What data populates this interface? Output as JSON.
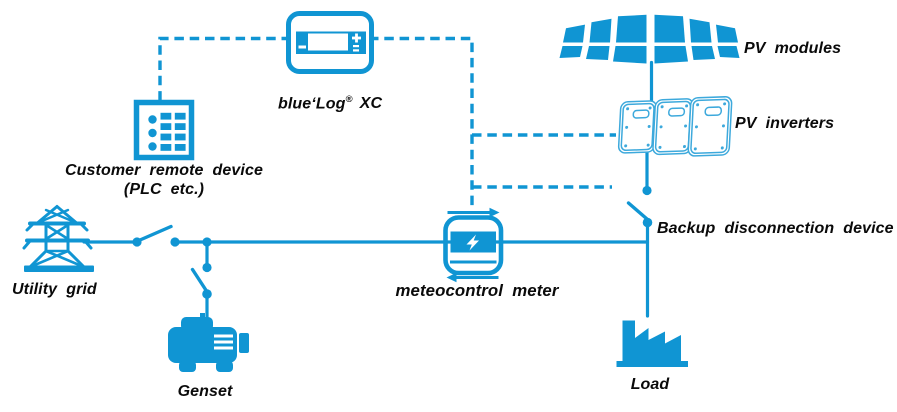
{
  "colors": {
    "accent": "#1095d3",
    "accent_light": "#3da9dc",
    "ink": "#0a0a0a"
  },
  "nodes": {
    "bluelog": {
      "label_prefix": "blue‘Log",
      "label_reg": "®",
      "label_suffix": "XC"
    },
    "customer_remote_device": {
      "label_line1": "Customer remote device",
      "label_line2": "(PLC etc.)"
    },
    "utility_grid": {
      "label": "Utility grid"
    },
    "genset": {
      "label": "Genset"
    },
    "meter": {
      "label": "meteocontrol meter"
    },
    "load": {
      "label": "Load"
    },
    "pv_modules": {
      "label": "PV modules"
    },
    "pv_inverters": {
      "label": "PV inverters"
    },
    "backup_disconnection": {
      "label": "Backup disconnection device"
    }
  }
}
